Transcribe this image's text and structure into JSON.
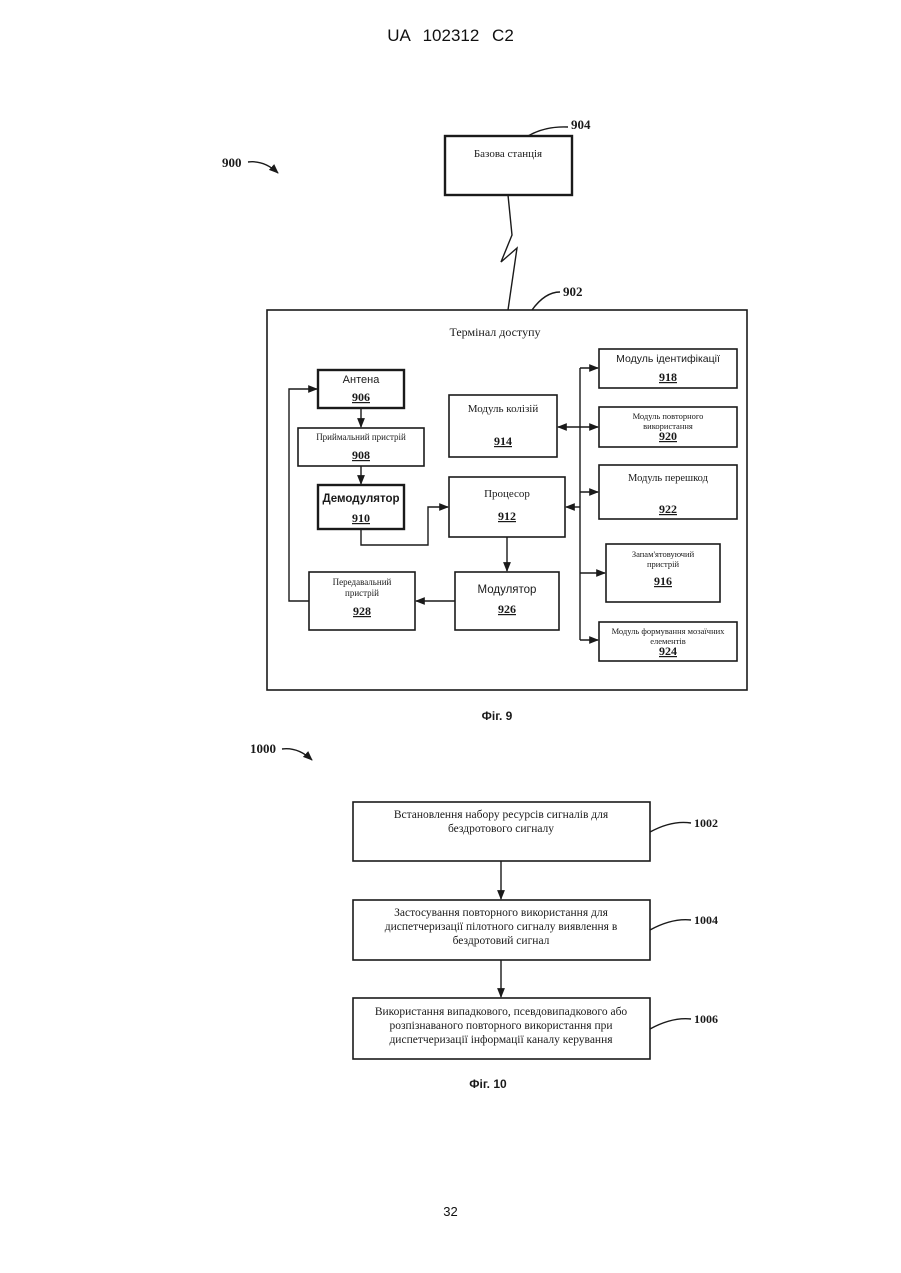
{
  "header": {
    "patent_no": "UA   102312   C2"
  },
  "figure9": {
    "ref_main": "900",
    "caption": "Фіг. 9",
    "base_station": {
      "label": "Базова станція",
      "ref": "904"
    },
    "terminal": {
      "label": "Термінал доступу",
      "ref": "902"
    },
    "antenna": {
      "label": "Антена",
      "ref": "906"
    },
    "receiver": {
      "label": "Приймальний пристрій",
      "ref": "908"
    },
    "demodulator": {
      "label": "Демодулятор",
      "ref": "910"
    },
    "processor": {
      "label": "Процесор",
      "ref": "912"
    },
    "collision": {
      "label": "Модуль колізій",
      "ref": "914"
    },
    "modulator": {
      "label": "Модулятор",
      "ref": "926"
    },
    "transmitter": {
      "line1": "Передавальний",
      "line2": "пристрій",
      "ref": "928"
    },
    "ident": {
      "label": "Модуль ідентифікації",
      "ref": "918"
    },
    "reuse": {
      "line1": "Модуль повторного",
      "line2": "використання",
      "ref": "920"
    },
    "interference": {
      "label": "Модуль перешкод",
      "ref": "922"
    },
    "memory": {
      "line1": "Запам'ятовуючий",
      "line2": "пристрій",
      "ref": "916"
    },
    "tiling": {
      "line1": "Модуль формування мозаїчних",
      "line2": "елементів",
      "ref": "924"
    }
  },
  "figure10": {
    "ref_main": "1000",
    "caption": "Фіг. 10",
    "steps": [
      {
        "line1": "Встановлення набору ресурсів сигналів для",
        "line2": "бездротового сигналу",
        "line3": "",
        "ref": "1002"
      },
      {
        "line1": "Застосування повторного використання для",
        "line2": "диспетчеризації пілотного сигналу виявлення в",
        "line3": "бездротовий сигнал",
        "ref": "1004"
      },
      {
        "line1": "Використання випадкового, псевдовипадкового або",
        "line2": "розпізнаваного повторного використання при",
        "line3": "диспетчеризації інформації каналу керування",
        "ref": "1006"
      }
    ]
  },
  "footer": {
    "page_number": "32"
  }
}
